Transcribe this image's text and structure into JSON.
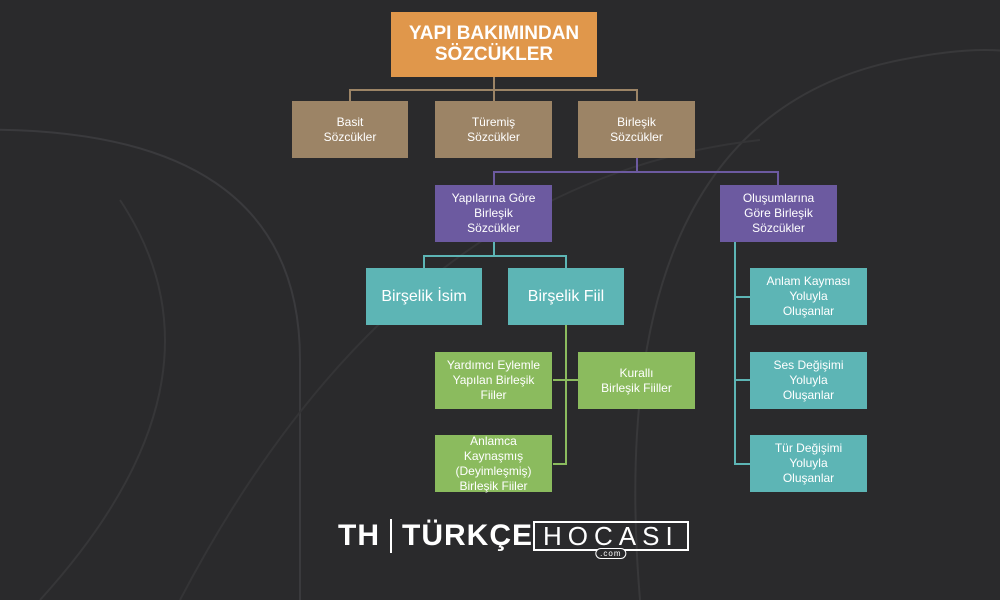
{
  "colors": {
    "root": "#e0974b",
    "level1": "#9c8466",
    "level2": "#6c5aa0",
    "teal": "#5db5b5",
    "green": "#8bbb5e",
    "background": "#2a2a2c"
  },
  "root": "YAPI BAKIMINDAN\nSÖZCÜKLER",
  "level1": [
    "Basit\nSözcükler",
    "Türemiş\nSözcükler",
    "Birleşik\nSözcükler"
  ],
  "level2": [
    "Yapılarına Göre\nBirleşik\nSözcükler",
    "Oluşumlarına\nGöre Birleşik\nSözcükler"
  ],
  "structure": [
    "Birşelik İsim",
    "Birşelik Fiil"
  ],
  "verbs": [
    "Yardımcı Eylemle\nYapılan Birleşik\nFiiler",
    "Kurallı\nBirleşik Fiiller",
    "Anlamca Kaynaşmış\n(Deyimleşmiş)\nBirleşik Fiiler"
  ],
  "formation": [
    "Anlam Kayması\nYoluyla\nOluşanlar",
    "Ses Değişimi\nYoluyla\nOluşanlar",
    "Tür Değişimi\nYoluyla\nOluşanlar"
  ],
  "logo": {
    "mark": "TH",
    "brand_bold": "TÜRKÇE",
    "brand_light": "HOCASI",
    "domain": ".com"
  }
}
